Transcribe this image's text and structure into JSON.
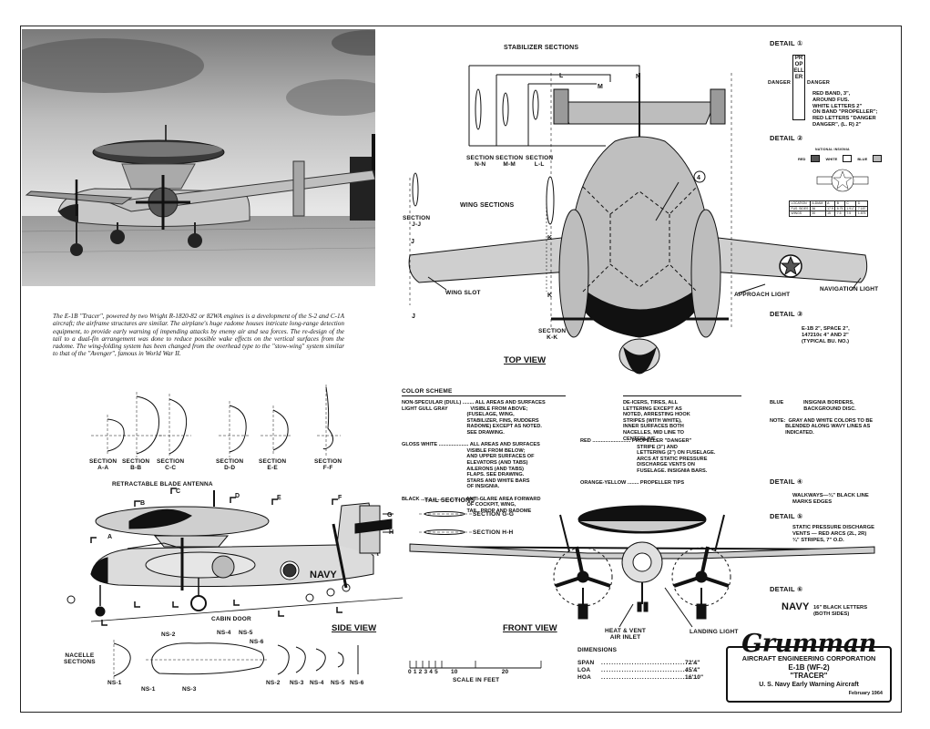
{
  "caption": "The E-1B \"Tracer\", powered by two Wright R-1820-82 or 82WA engines is a development of the S-2 and C-1A aircraft; the airframe structures are similar. The airplane's huge radome houses intricate long-range detection equipment, to provide early warning of impending attacks by enemy air and sea forces. The re-design of the tail to a dual-fin arrangement was done to reduce possible wake effects on the vertical surfaces from the radome. The wing-folding system has been changed from the overhead type to the \"stow-wing\" system similar to that of the \"Avenger\", famous in World War II.",
  "views": {
    "top": "TOP VIEW",
    "side": "SIDE VIEW",
    "front": "FRONT VIEW"
  },
  "stabilizer": {
    "title": "STABILIZER SECTIONS",
    "nn": "SECTION\nN-N",
    "mm": "SECTION\nM-M",
    "ll": "SECTION\nL-L",
    "n": "N",
    "m": "M",
    "l": "L"
  },
  "wing": {
    "title": "WING SECTIONS",
    "jj": "SECTION\nJ-J",
    "kk": "SECTION\nK-K",
    "j": "J",
    "k": "K",
    "slot": "WING SLOT",
    "approach": "APPROACH LIGHT",
    "nav": "NAVIGATION LIGHT"
  },
  "fuselage_sections": [
    {
      "label": "SECTION\nA-A"
    },
    {
      "label": "SECTION\nB-B"
    },
    {
      "label": "SECTION\nC-C"
    },
    {
      "label": "SECTION\nD-D"
    },
    {
      "label": "SECTION\nE-E"
    },
    {
      "label": "SECTION\nF-F"
    }
  ],
  "side": {
    "antenna": "RETRACTABLE BLADE ANTENNA",
    "cabin_door": "CABIN DOOR",
    "navy": "NAVY",
    "markers": [
      "A",
      "B",
      "C",
      "D",
      "E",
      "F",
      "G",
      "H"
    ]
  },
  "nacelle": {
    "title": "NACELLE\nSECTIONS",
    "labels": [
      "NS-1",
      "NS-1",
      "NS-2",
      "NS-3",
      "NS-4",
      "NS-5",
      "NS-6",
      "NS-2",
      "NS-3",
      "NS-4",
      "NS-5",
      "NS-6"
    ]
  },
  "tail": {
    "title": "TAIL SECTIONS",
    "gg": "SECTION G-G",
    "hh": "SECTION H-H"
  },
  "front": {
    "heat": "HEAT & VENT\nAIR INLET",
    "landing": "LANDING LIGHT"
  },
  "scale": {
    "ticks": "0 1 2 3 4 5       10                        20",
    "label": "SCALE IN FEET"
  },
  "dimensions": {
    "title": "DIMENSIONS",
    "rows": [
      {
        "k": "SPAN",
        "v": "72'4\""
      },
      {
        "k": "LOA",
        "v": "45'4\""
      },
      {
        "k": "HOA",
        "v": "16'10\""
      }
    ]
  },
  "color_scheme": {
    "title": "COLOR SCHEME",
    "col1": "NON-SPECULAR (DULL) ........ ALL AREAS AND SURFACES\nLIGHT GULL GRAY                VISIBLE FROM ABOVE;\n                                              (FUSELAGE, WING,\n                                              STABILIZER, FINS, RUDDERS\n                                              RADOME) EXCEPT AS NOTED.\n                                              SEE DRAWING.\n\nGLOSS WHITE ..................... ALL AREAS AND SURFACES\n                                              VISIBLE FROM BELOW;\n                                              AND UPPER SURFACES OF\n                                              ELEVATORS (AND TABS)\n                                              AILERONS (AND TABS)\n                                              FLAPS. SEE DRAWING.\n                                              STARS AND WHITE BARS\n                                              OF INSIGNIA.\n\nBLACK ............................... ANTI-GLARE AREA FORWARD\n                                              OF COCKPIT, WING,\n                                              TAIL, PROP AND RADOME",
    "col2a": "DE-ICERS, TIRES, ALL\nLETTERING EXCEPT AS\nNOTED, ARRESTING HOOK\nSTRIPES (WITH WHITE),\nINNER SURFACES BOTH\nNACELLES, MID LINE TO\nCENTERLINE.",
    "col2b": "RED ........................... PROPELLER \"DANGER\"\n                                        STRIPE (3\") AND\n                                        LETTERING (2\") ON FUSELAGE.\n                                        ARCS AT STATIC PRESSURE\n                                        DISCHARGE VENTS ON\n                                        FUSELAGE. INSIGNIA BARS.\n\nORANGE-YELLOW ........ PROPELLER TIPS",
    "col3": "BLUE              INSIGNIA BORDERS,\n                        BACKGROUND DISC.\n\nNOTE:  GRAY AND WHITE COLORS TO BE\n           BLENDED ALONG WAVY LINES AS\n           INDICATED."
  },
  "details": {
    "d1": "DETAIL ①",
    "d1_danger_l": "DANGER",
    "d1_danger_r": "DANGER",
    "d1_propeller": "PROPELLER",
    "d1_text": "RED BAND, 3\",\nAROUND FUS.\nWHITE LETTERS 2\"\nON BAND \"PROPELLER\";\nRED LETTERS \"DANGER\nDANGER\", (L. R) 2\"",
    "d2": "DETAIL ②",
    "d2_caption": "NATIONAL INSIGNIA",
    "d2_colors": [
      "RED",
      "WHITE",
      "BLUE"
    ],
    "d2_table": [
      [
        "LOCATION",
        "A-DIAM.",
        "A",
        "B",
        "C",
        "D"
      ],
      [
        "FUS. SIDES",
        "36",
        "17.9",
        "8.75",
        "1.917",
        "7.187"
      ],
      [
        "WINGS",
        "30",
        "15",
        "7.5",
        "7.5",
        "1.875"
      ]
    ],
    "d3": "DETAIL ③",
    "d3_text": "E-1B 2\", SPACE 2\",\n147210c 4\" AND 2\"\n(TYPICAL BU. NO.)",
    "d4": "DETAIL ④",
    "d4_text": "WALKWAYS—¾\" BLACK LINE\nMARKS EDGES",
    "d5": "DETAIL ⑤",
    "d5_text": "STATIC PRESSURE DISCHARGE\nVENTS — RED ARCS (2L, 2R)\n¾\" STRIPES, 7\" O.D.",
    "d6": "DETAIL ⑥",
    "d6_navy": "NAVY",
    "d6_text": "16\" BLACK LETTERS\n(BOTH SIDES)"
  },
  "titleblock": {
    "logo": "Grumman",
    "corp": "AIRCRAFT ENGINEERING CORPORATION",
    "model": "E-1B (WF-2)",
    "name": "\"TRACER\"",
    "desc": "U. S. Navy Early Warning Aircraft",
    "date": "February 1964"
  }
}
